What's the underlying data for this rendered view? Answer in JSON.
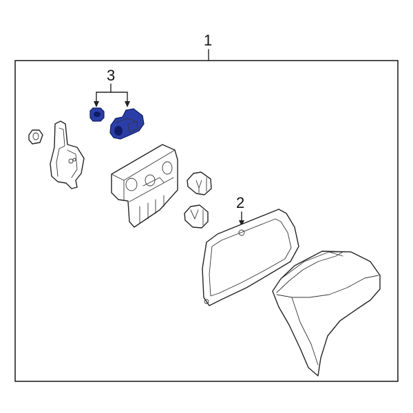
{
  "callouts": {
    "assembly": "1",
    "gasket": "2",
    "socket_parts": "3"
  },
  "colors": {
    "highlight": "#2b3ea8",
    "highlight_dark": "#101c66",
    "line": "#222222",
    "background": "#ffffff"
  }
}
